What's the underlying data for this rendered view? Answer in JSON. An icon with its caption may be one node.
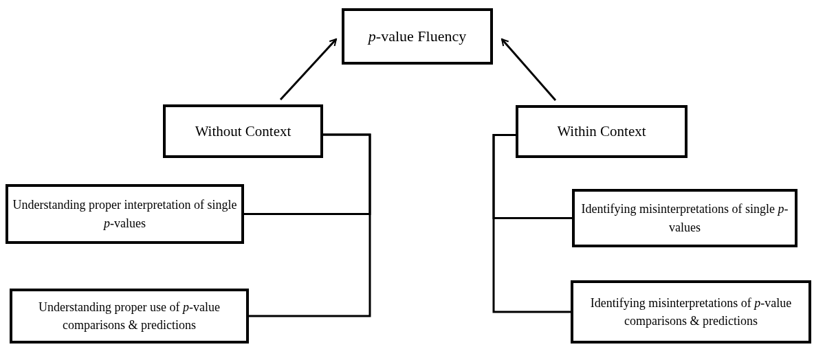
{
  "diagram": {
    "nodes": [
      {
        "text": [
          "*p*-value Fluency"
        ]
      },
      {
        "text": [
          "Without Context"
        ]
      },
      {
        "text": [
          "Within Context"
        ]
      },
      {
        "text": [
          "Understanding proper interpretation of single *p*-values"
        ]
      },
      {
        "text": [
          "Understanding proper use of *p*-value comparisons & predictions"
        ]
      },
      {
        "text": [
          "Identifying misinterpretations of single *p*-values"
        ]
      },
      {
        "text": [
          "Identifying misinterpretations of *p*-value comparisons & predictions"
        ]
      }
    ],
    "edges": [
      {
        "from": 1,
        "to": 0,
        "arrow": "to"
      },
      {
        "from": 2,
        "to": 0,
        "arrow": "to"
      },
      {
        "from": 1,
        "to": 3,
        "arrow": "none"
      },
      {
        "from": 1,
        "to": 4,
        "arrow": "none"
      },
      {
        "from": 2,
        "to": 5,
        "arrow": "none"
      },
      {
        "from": 2,
        "to": 6,
        "arrow": "none"
      }
    ]
  }
}
